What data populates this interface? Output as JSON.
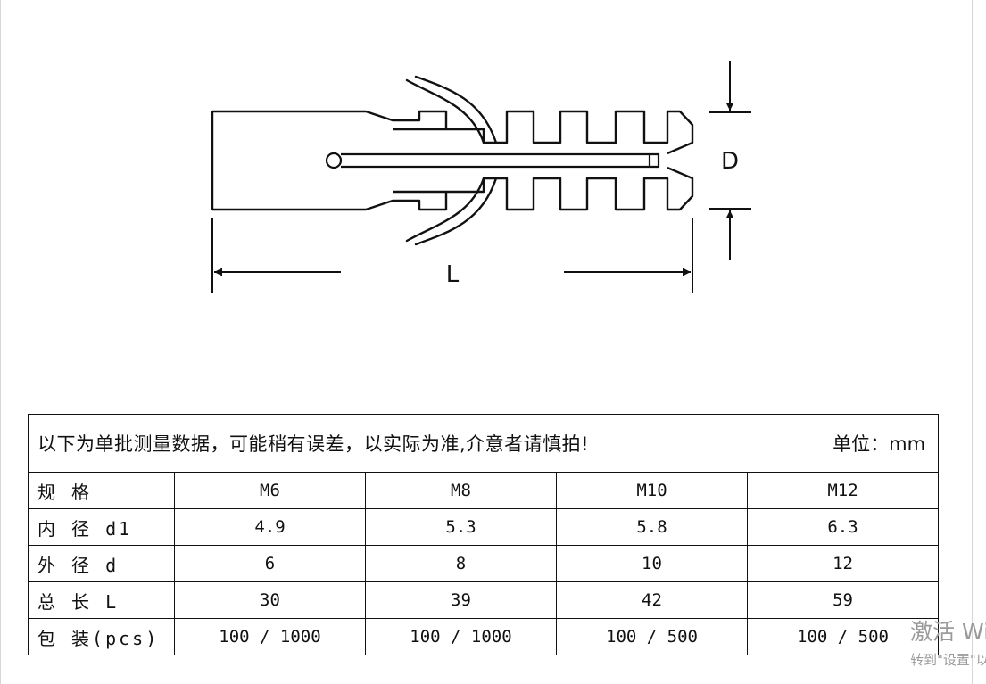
{
  "diagram": {
    "label_d": "D",
    "label_l": "L"
  },
  "table": {
    "note": "以下为单批测量数据，可能稍有误差，以实际为准,介意者请慎拍!",
    "unit": "单位：mm",
    "rows": [
      {
        "label": "规 格",
        "values": [
          "M6",
          "M8",
          "M10",
          "M12"
        ]
      },
      {
        "label": "内 径 d1",
        "values": [
          "4.9",
          "5.3",
          "5.8",
          "6.3"
        ]
      },
      {
        "label": "外 径 d",
        "values": [
          "6",
          "8",
          "10",
          "12"
        ]
      },
      {
        "label": "总 长 L",
        "values": [
          "30",
          "39",
          "42",
          "59"
        ]
      },
      {
        "label": "包 装(pcs)",
        "values": [
          "100 / 1000",
          "100 / 1000",
          "100 / 500",
          "100 / 500"
        ]
      }
    ]
  },
  "watermark": {
    "title": "激活 Windows",
    "subtitle": "转到\"设置\"以激活 Windows。"
  }
}
